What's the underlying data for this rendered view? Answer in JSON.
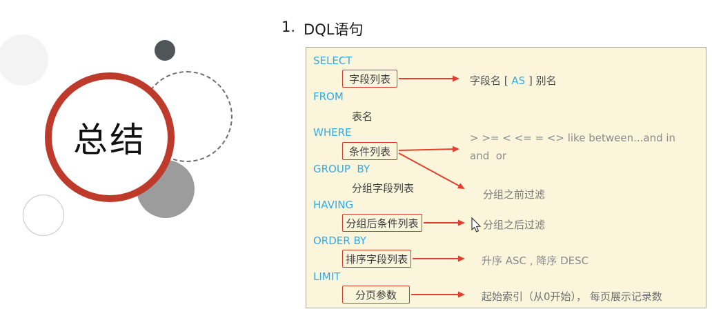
{
  "decor": {
    "label": "总结",
    "colors": {
      "ring_red": "#be3a2b",
      "dark_circle": "#505658",
      "gray_circle": "#9c9c9c",
      "light_circle": "#f3f3f3"
    }
  },
  "heading": {
    "number": "1.",
    "title": "DQL语句"
  },
  "diagram": {
    "colors": {
      "panel_bg": "#fbf5dc",
      "panel_border": "#a6a6a6",
      "keyword_blue": "#2face3",
      "label_box_border": "#ce392b",
      "arrow_red": "#e0402f",
      "note_gray": "#8a8a8a"
    },
    "keywords": {
      "select": "SELECT",
      "from": "FROM",
      "where": "WHERE",
      "group_by": "GROUP  BY",
      "having": "HAVING",
      "order_by": "ORDER BY",
      "limit": "LIMIT"
    },
    "operands": {
      "select": "字段列表",
      "from": "表名",
      "where": "条件列表",
      "group_by": "分组字段列表",
      "having": "分组后条件列表",
      "order_by": "排序字段列表",
      "limit": "分页参数"
    },
    "notes": {
      "select_pre": "字段名 [ ",
      "select_as": "AS",
      "select_post": " ] 别名",
      "where_line1": "> >= < <= = <> like between...and in",
      "where_line2": "and  or",
      "group_by": "分组之前过滤",
      "having": "分组之后过滤",
      "order_by": "升序 ASC , 降序 DESC",
      "limit": "起始索引（从0开始）， 每页展示记录数"
    }
  }
}
